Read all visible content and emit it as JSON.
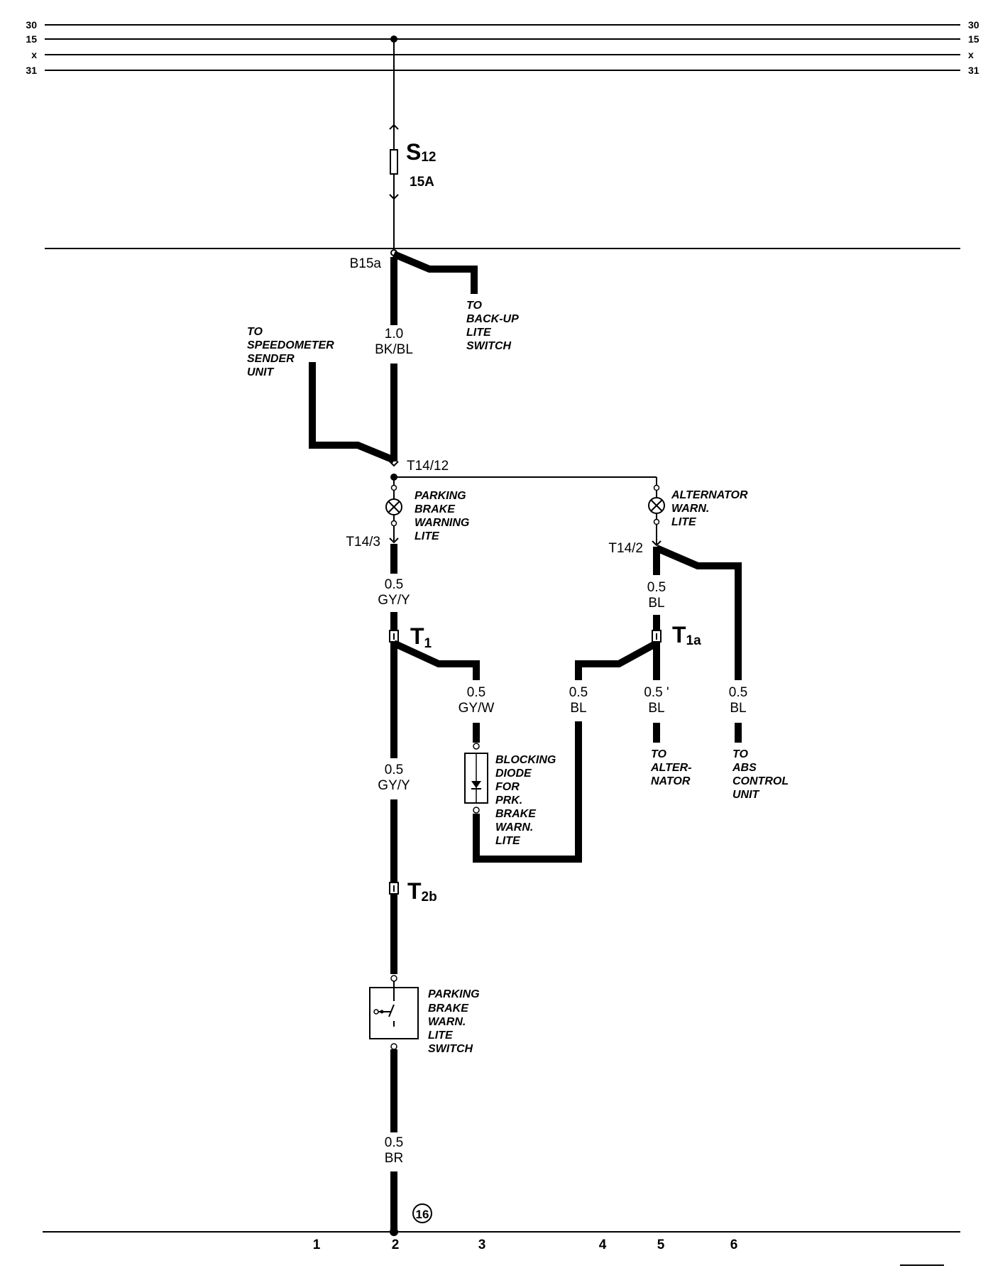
{
  "rails": {
    "left": [
      "30",
      "15",
      "x",
      "31"
    ],
    "right": [
      "30",
      "15",
      "x",
      "31"
    ]
  },
  "fuse": {
    "name_main": "S",
    "name_sub": "12",
    "rating": "15A"
  },
  "terminals": {
    "b15a": "B15a",
    "t14_12": "T14/12",
    "t14_3": "T14/3",
    "t14_2": "T14/2"
  },
  "connectors": {
    "t1_main": "T",
    "t1_sub": "1",
    "t1a_main": "T",
    "t1a_sub": "1a",
    "t2b_main": "T",
    "t2b_sub": "2b"
  },
  "wires": {
    "main_size": "1.0",
    "main_color": "BK/BL",
    "gyy1_size": "0.5",
    "gyy1_color": "GY/Y",
    "gyw_size": "0.5",
    "gyw_color": "GY/W",
    "gyy2_size": "0.5",
    "gyy2_color": "GY/Y",
    "bl_t14_size": "0.5",
    "bl_t14_color": "BL",
    "bl_diode_size": "0.5",
    "bl_diode_color": "BL",
    "bl_alt_size": "0.5 '",
    "bl_alt_color": "BL",
    "bl_abs_size": "0.5",
    "bl_abs_color": "BL",
    "br_size": "0.5",
    "br_color": "BR"
  },
  "notes": {
    "backup": [
      "TO",
      "BACK-UP",
      "LITE",
      "SWITCH"
    ],
    "speedo": [
      "TO",
      "SPEEDOMETER",
      "SENDER",
      "UNIT"
    ],
    "park_lite": [
      "PARKING",
      "BRAKE",
      "WARNING",
      "LITE"
    ],
    "alt_lite": [
      "ALTERNATOR",
      "WARN.",
      "LITE"
    ],
    "diode": [
      "BLOCKING",
      "DIODE",
      "FOR",
      "PRK.",
      "BRAKE",
      "WARN.",
      "LITE"
    ],
    "to_alt": [
      "TO",
      "ALTER-",
      "NATOR"
    ],
    "to_abs": [
      "TO",
      "ABS",
      "CONTROL",
      "UNIT"
    ],
    "park_switch": [
      "PARKING",
      "BRAKE",
      "WARN.",
      "LITE",
      "SWITCH"
    ]
  },
  "ground": "16",
  "columns": [
    "1",
    "2",
    "3",
    "4",
    "5",
    "6"
  ]
}
